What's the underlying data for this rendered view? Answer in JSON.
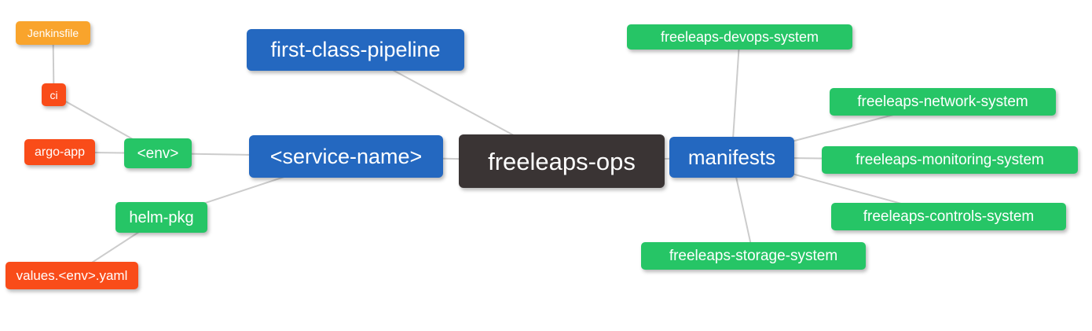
{
  "diagram": {
    "type": "mindmap",
    "root": "freeleaps-ops",
    "colors": {
      "blue": "#2468c0",
      "green": "#26c566",
      "red": "#f94c19",
      "orange": "#f9a42c",
      "dark": "#3a3434",
      "edge": "#cccccc",
      "text": "#ffffff",
      "background": "#ffffff"
    },
    "nodes": {
      "freeleaps_ops": {
        "label": "freeleaps-ops",
        "color": "dark"
      },
      "first_class_pipeline": {
        "label": "first-class-pipeline",
        "color": "blue"
      },
      "service_name": {
        "label": "<service-name>",
        "color": "blue"
      },
      "manifests": {
        "label": "manifests",
        "color": "blue"
      },
      "env": {
        "label": "<env>",
        "color": "green"
      },
      "helm_pkg": {
        "label": "helm-pkg",
        "color": "green"
      },
      "ci": {
        "label": "ci",
        "color": "red"
      },
      "argo_app": {
        "label": "argo-app",
        "color": "red"
      },
      "values_env_yaml": {
        "label": "values.<env>.yaml",
        "color": "red"
      },
      "jenkinsfile": {
        "label": "Jenkinsfile",
        "color": "orange"
      },
      "devops_system": {
        "label": "freeleaps-devops-system",
        "color": "green"
      },
      "network_system": {
        "label": "freeleaps-network-system",
        "color": "green"
      },
      "monitoring_system": {
        "label": "freeleaps-monitoring-system",
        "color": "green"
      },
      "controls_system": {
        "label": "freeleaps-controls-system",
        "color": "green"
      },
      "storage_system": {
        "label": "freeleaps-storage-system",
        "color": "green"
      }
    },
    "edges": [
      {
        "from": "jenkinsfile",
        "to": "ci"
      },
      {
        "from": "ci",
        "to": "env"
      },
      {
        "from": "argo_app",
        "to": "env"
      },
      {
        "from": "env",
        "to": "service_name"
      },
      {
        "from": "helm_pkg",
        "to": "service_name"
      },
      {
        "from": "values_env_yaml",
        "to": "helm_pkg"
      },
      {
        "from": "first_class_pipeline",
        "to": "freeleaps_ops"
      },
      {
        "from": "service_name",
        "to": "freeleaps_ops"
      },
      {
        "from": "freeleaps_ops",
        "to": "manifests"
      },
      {
        "from": "manifests",
        "to": "devops_system"
      },
      {
        "from": "manifests",
        "to": "network_system"
      },
      {
        "from": "manifests",
        "to": "monitoring_system"
      },
      {
        "from": "manifests",
        "to": "controls_system"
      },
      {
        "from": "manifests",
        "to": "storage_system"
      }
    ]
  }
}
